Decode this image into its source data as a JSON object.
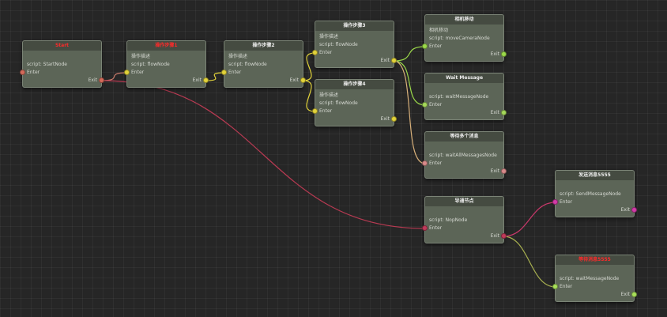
{
  "labels": {
    "enter": "Enter",
    "exit": "Exit",
    "script_prefix": "script:"
  },
  "colors": {
    "start": "#d46a5a",
    "flow": "#e2d33a",
    "camera": "#9bd94a",
    "wait": "#a5d85a",
    "waitall": "#d98a8a",
    "nop": "#c03a5a",
    "send": "#d43aa8",
    "wait2": "#a8e05a"
  },
  "nodes": [
    {
      "id": "start",
      "title": "Start",
      "title_red": true,
      "desc": "",
      "script": "StartNode",
      "in_color": "start",
      "out_color": "start"
    },
    {
      "id": "step1",
      "title": "操作步骤1",
      "title_red": true,
      "desc": "操作描述",
      "script": "flowNode",
      "in_color": "flow",
      "out_color": "flow"
    },
    {
      "id": "step2",
      "title": "操作步骤2",
      "title_red": false,
      "desc": "操作描述",
      "script": "flowNode",
      "in_color": "flow",
      "out_color": "flow"
    },
    {
      "id": "step3",
      "title": "操作步骤3",
      "title_red": false,
      "desc": "操作描述",
      "script": "flowNode",
      "in_color": "flow",
      "out_color": "flow"
    },
    {
      "id": "step4",
      "title": "操作步骤4",
      "title_red": false,
      "desc": "操作描述",
      "script": "flowNode",
      "in_color": "flow",
      "out_color": "flow"
    },
    {
      "id": "camera",
      "title": "相机移动",
      "title_red": false,
      "desc": "相机移动",
      "script": "moveCameraNode",
      "in_color": "camera",
      "out_color": "camera"
    },
    {
      "id": "wait",
      "title": "Wait Message",
      "title_red": false,
      "desc": "",
      "script": "waitMessageNode",
      "in_color": "wait",
      "out_color": "wait"
    },
    {
      "id": "waitall",
      "title": "等待多个消息",
      "title_red": false,
      "desc": "",
      "script": "waitAllMessagesNode",
      "in_color": "waitall",
      "out_color": "waitall"
    },
    {
      "id": "nop",
      "title": "导通节点",
      "title_red": false,
      "desc": "",
      "script": "NopNode",
      "in_color": "nop",
      "out_color": "nop"
    },
    {
      "id": "send",
      "title": "发送消息5555",
      "title_red": false,
      "desc": "",
      "script": "SendMessageNode",
      "in_color": "send",
      "out_color": "send"
    },
    {
      "id": "wait2",
      "title": "等待消息5555",
      "title_red": true,
      "desc": "",
      "script": "waitMessageNode",
      "in_color": "wait2",
      "out_color": "wait2"
    }
  ],
  "connections": [
    {
      "from": "start",
      "to": "step1",
      "color": "#c87a6a"
    },
    {
      "from": "start",
      "to": "nop",
      "color": "#b83a52"
    },
    {
      "from": "step1",
      "to": "step2",
      "color": "#e2d33a"
    },
    {
      "from": "step2",
      "to": "step3",
      "color": "#e2d33a"
    },
    {
      "from": "step2",
      "to": "step4",
      "color": "#e2d33a"
    },
    {
      "from": "step3",
      "to": "camera",
      "color": "#9bd94a"
    },
    {
      "from": "step3",
      "to": "wait",
      "color": "#9bd94a"
    },
    {
      "from": "step3",
      "to": "waitall",
      "color": "#d8b07a"
    },
    {
      "from": "nop",
      "to": "send",
      "color": "#c8386a"
    },
    {
      "from": "nop",
      "to": "wait2",
      "color": "#a8b050"
    }
  ]
}
